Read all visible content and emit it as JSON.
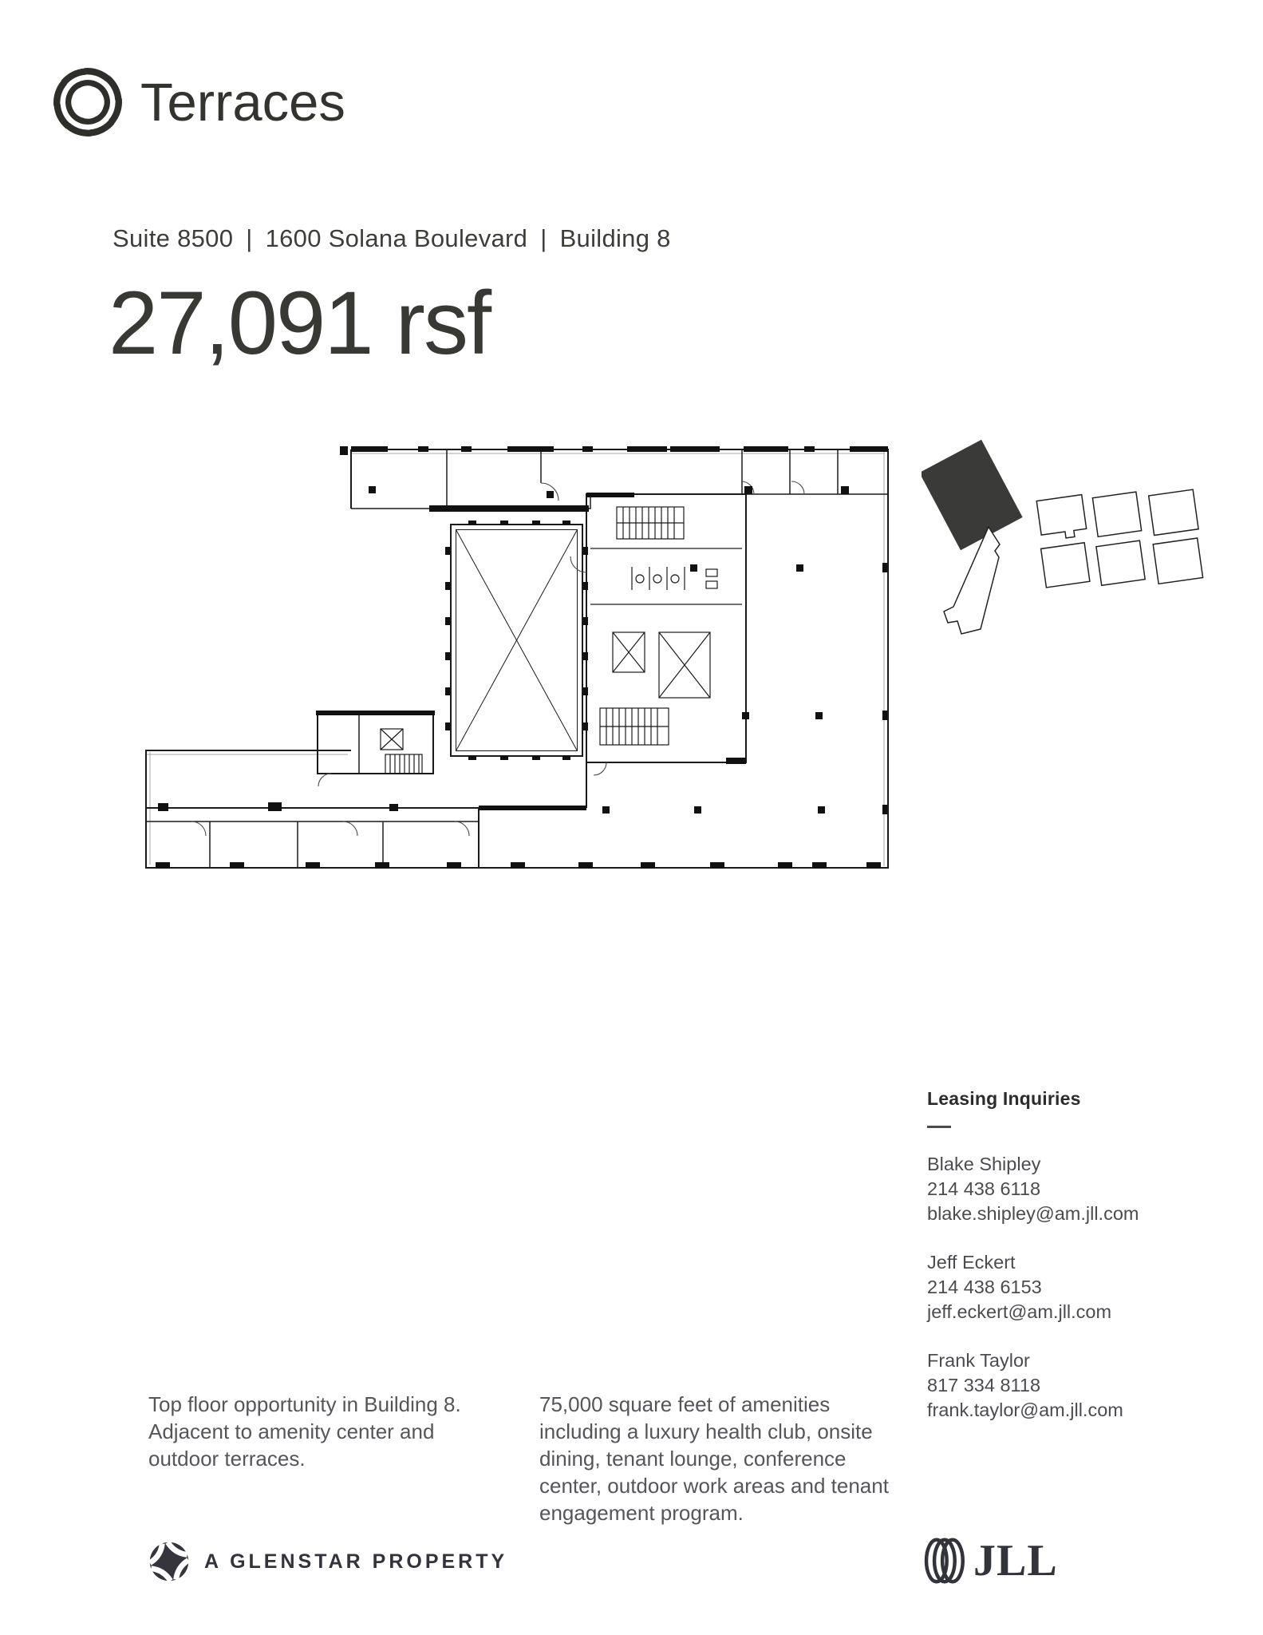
{
  "brand": {
    "name": "Terraces"
  },
  "header": {
    "parts": [
      "Suite 8500",
      "1600 Solana Boulevard",
      "Building 8"
    ],
    "separator": "|",
    "area": "27,091 rsf"
  },
  "leasing": {
    "heading": "Leasing Inquiries",
    "contacts": [
      {
        "name": "Blake Shipley",
        "phone": "214 438 6118",
        "email": "blake.shipley@am.jll.com"
      },
      {
        "name": "Jeff Eckert",
        "phone": "214 438 6153",
        "email": "jeff.eckert@am.jll.com"
      },
      {
        "name": "Frank Taylor",
        "phone": "817 334 8118",
        "email": "frank.taylor@am.jll.com"
      }
    ]
  },
  "descriptions": {
    "left": "Top floor opportunity in Building 8. Adjacent to amenity center and outdoor terraces.",
    "center": "75,000 square feet of amenities including a luxury health club, onsite dining, tenant lounge, conference center, outdoor work areas and tenant engagement program."
  },
  "footer": {
    "glenstar_label": "A GLENSTAR PROPERTY",
    "jll_label": "JLL"
  },
  "colors": {
    "text_dark": "#33332f",
    "text_mid": "#55555a",
    "plan_line": "#1b1b1b",
    "highlight_building": "#3a3a38"
  }
}
